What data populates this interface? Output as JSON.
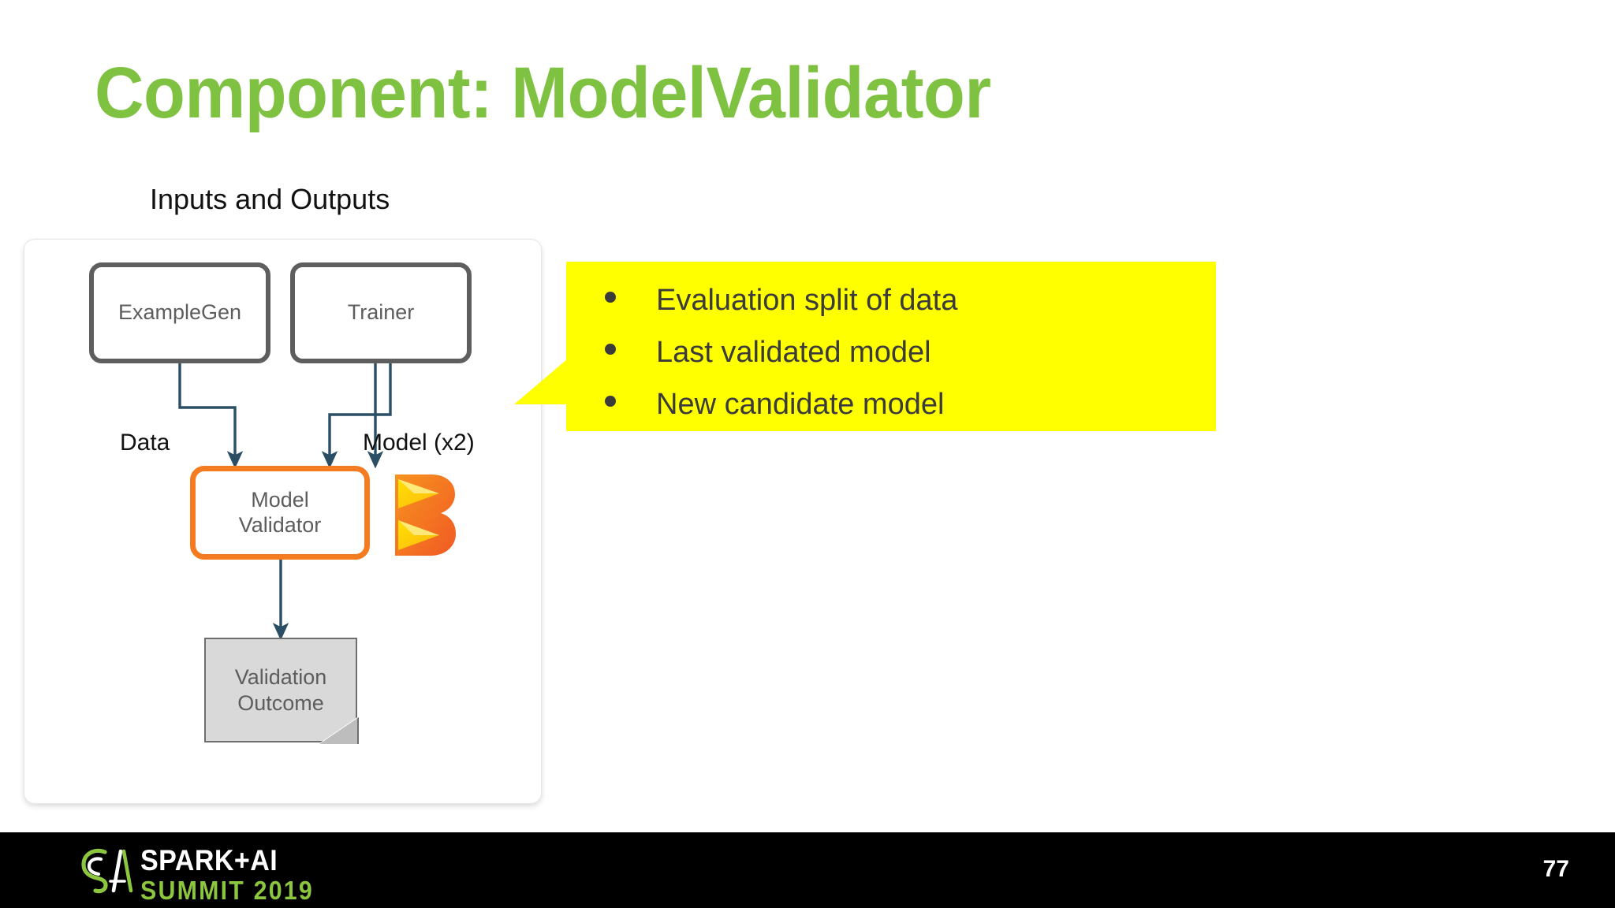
{
  "slide": {
    "title": "Component: ModelValidator",
    "subtitle": "Inputs and Outputs",
    "title_color": "#7FC241",
    "page_number": "77"
  },
  "diagram": {
    "nodes": [
      {
        "id": "examplegen",
        "label": "ExampleGen",
        "border_color": "#5e5e5e",
        "shape": "rounded-rect"
      },
      {
        "id": "trainer",
        "label": "Trainer",
        "border_color": "#5e5e5e",
        "shape": "rounded-rect"
      },
      {
        "id": "model-validator",
        "label_line_1": "Model",
        "label_line_2": "Validator",
        "border_color": "#F47B20",
        "shape": "rounded-rect"
      },
      {
        "id": "validation-outcome",
        "label_line_1": "Validation",
        "label_line_2": "Outcome",
        "fill_color": "#d9d9d9",
        "shape": "document"
      }
    ],
    "edge_labels": {
      "data": "Data",
      "model": "Model (x2)"
    },
    "connector_color": "#2A4E63",
    "logo_name": "tfx-component-logo"
  },
  "callout": {
    "background_color": "#FFFF00",
    "text_color": "#3b3b3b",
    "bullets": [
      "Evaluation split of data",
      "Last validated model",
      "New candidate model"
    ]
  },
  "footer": {
    "background_color": "#000000",
    "brand_line_1": "SPARK+AI",
    "brand_line_2": "SUMMIT 2019",
    "brand_line_1_color": "#ffffff",
    "brand_line_2_color": "#8CC63F",
    "page_number": "77"
  }
}
